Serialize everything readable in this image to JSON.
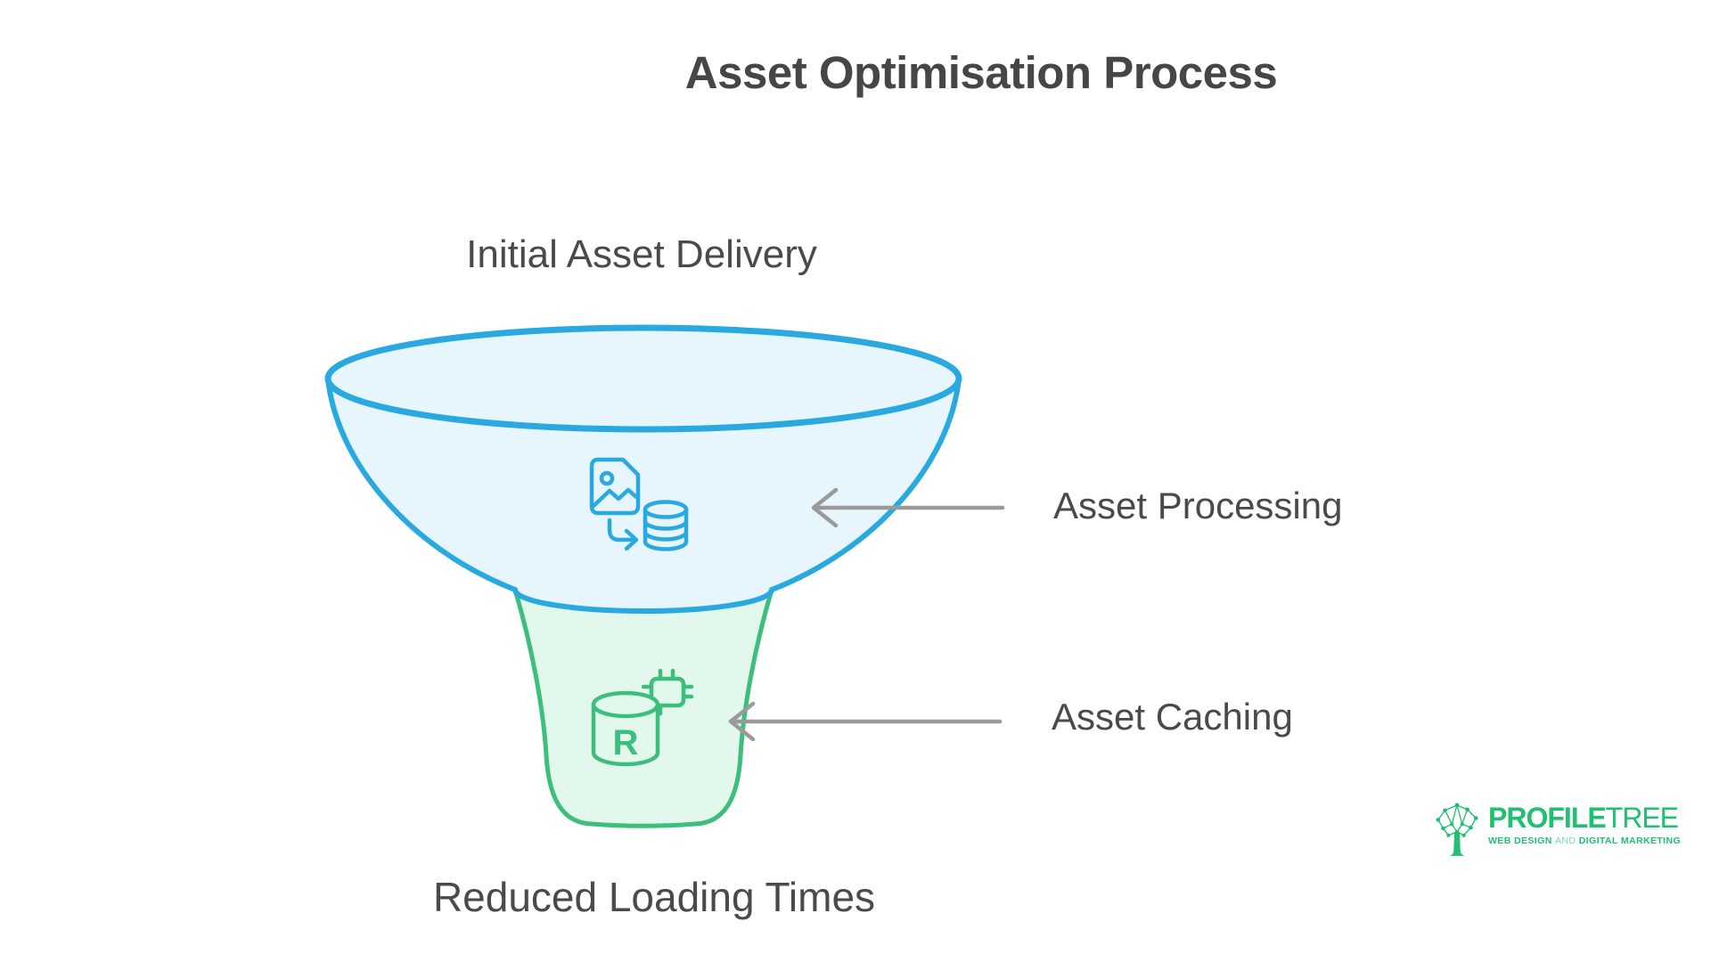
{
  "title": "Asset Optimisation Process",
  "funnel": {
    "input_label": "Initial Asset Delivery",
    "output_label": "Reduced Loading Times",
    "cache_letter": "R",
    "stages": [
      {
        "id": "processing",
        "label": "Asset Processing",
        "stroke_color": "#29A9DF",
        "fill_color": "#E7F5FC",
        "icon": "image-to-database-icon"
      },
      {
        "id": "caching",
        "label": "Asset Caching",
        "stroke_color": "#3CBE7C",
        "fill_color": "#E3F8EC",
        "icon": "cache-database-chip-icon"
      }
    ]
  },
  "logo": {
    "brand_primary": "PROFILE",
    "brand_secondary": "TREE",
    "tagline_lead": "WEB DESIGN",
    "tagline_mid": "AND",
    "tagline_tail": "DIGITAL MARKETING",
    "color": "#1FC06F"
  },
  "colors": {
    "background": "#FFFFFF",
    "title_text": "#464646",
    "label_text": "#4A4A4A",
    "arrow": "#9A9A9A",
    "funnel_blue_stroke": "#29A9DF",
    "funnel_blue_fill": "#E7F5FC",
    "funnel_green_stroke": "#3CBE7C",
    "funnel_green_fill": "#E3F8EC"
  }
}
